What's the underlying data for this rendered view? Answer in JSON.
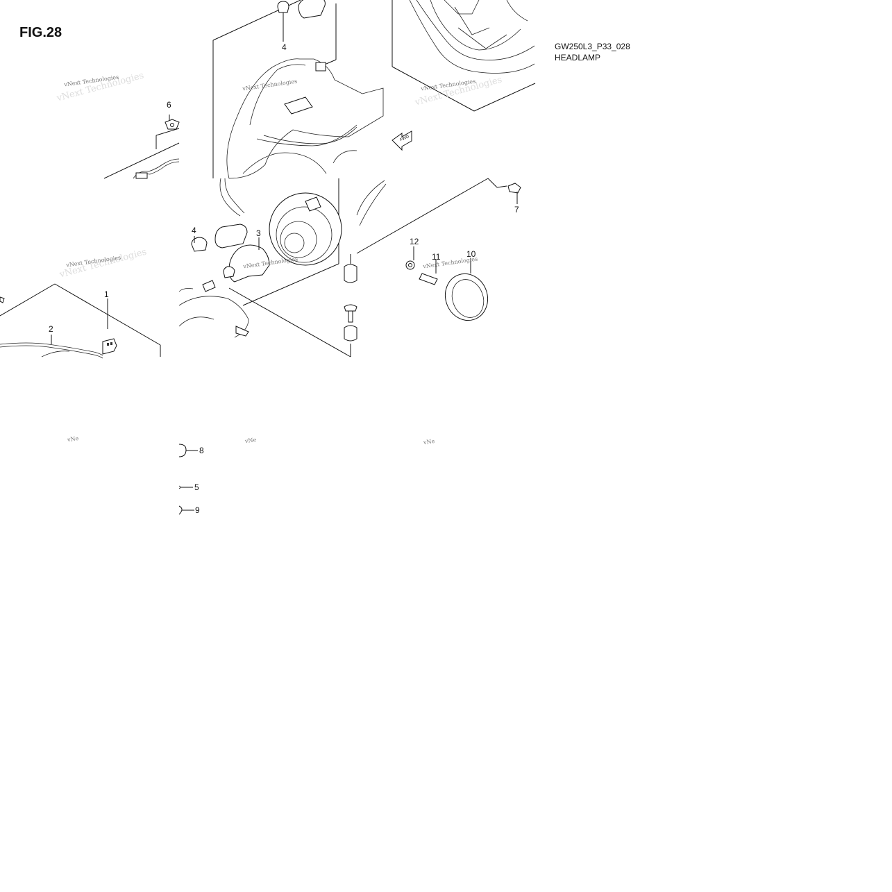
{
  "figure": {
    "title": "FIG.28",
    "code": "GW250L3_P33_028",
    "name": "HEADLAMP"
  },
  "callouts": [
    "1",
    "2",
    "3",
    "4",
    "4",
    "5",
    "6",
    "7",
    "8",
    "9",
    "10",
    "11",
    "12"
  ],
  "fwd_label": "FWD",
  "watermark": "vNext Technologies",
  "watermark_fragment": "vNe"
}
